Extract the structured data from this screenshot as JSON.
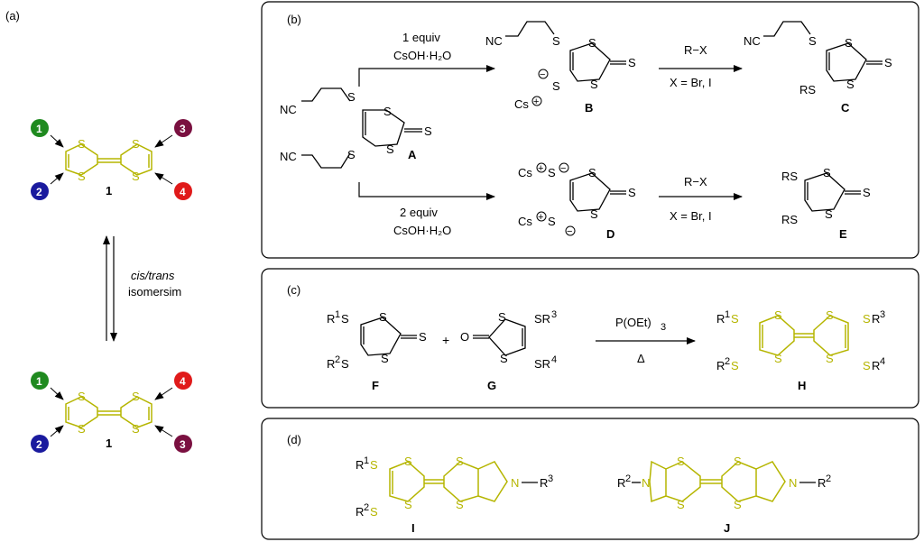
{
  "colors": {
    "mol": "#b5b500",
    "c1": "#1f8a1f",
    "c2": "#1a1a9e",
    "c3": "#7a1040",
    "c4": "#e01a1a"
  },
  "panels": {
    "a": "(a)",
    "b": "(b)",
    "c": "(c)",
    "d": "(d)"
  },
  "atoms": {
    "S": "S",
    "N": "N",
    "O": "O",
    "NC": "NC",
    "Cs": "Cs",
    "RS": "RS",
    "R": "R",
    "SR": "SR"
  },
  "superscripts": {
    "1": "1",
    "2": "2",
    "3": "3",
    "4": "4"
  },
  "circles": {
    "n1": "1",
    "n2": "2",
    "n3": "3",
    "n4": "4"
  },
  "compounds": {
    "one": "1",
    "A": "A",
    "B": "B",
    "C": "C",
    "D": "D",
    "E": "E",
    "F": "F",
    "G": "G",
    "H": "H",
    "I": "I",
    "J": "J"
  },
  "isom": {
    "line1": "cis/trans",
    "line2": "isomersim"
  },
  "reagents": {
    "b_top1": "1 equiv",
    "b_top2": "CsOH·H₂O",
    "b_bot1": "2 equiv",
    "b_bot2": "CsOH·H₂O",
    "rx": "R−X",
    "xbr": "X = Br, I",
    "peto": "P(OEt)",
    "peto_sub": "3",
    "delta": "Δ",
    "plus": "+",
    "minus": "−",
    "pos": "+"
  }
}
